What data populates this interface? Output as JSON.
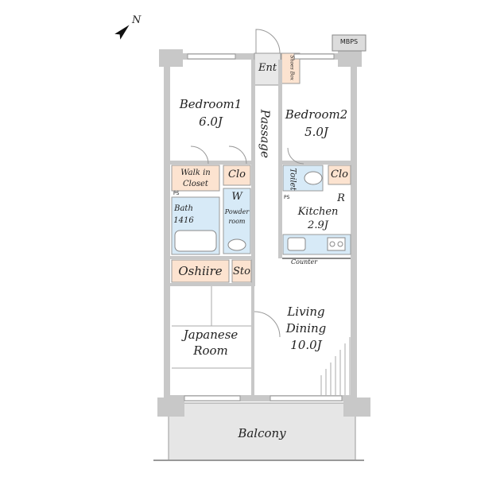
{
  "compass": {
    "label": "N"
  },
  "labels": {
    "mbps": "MBPS",
    "ent": "Ent",
    "shoes_box": "Shoes Box",
    "bedroom1_name": "Bedroom1",
    "bedroom1_size": "6.0J",
    "passage": "Passage",
    "bedroom2_name": "Bedroom2",
    "bedroom2_size": "5.0J",
    "walkin_line1": "Walk in",
    "walkin_line2": "Closet",
    "clo_left": "Clo",
    "clo_right": "Clo",
    "toilet": "Toilet",
    "ps_left": "PS",
    "ps_right": "PS",
    "w": "W",
    "r": "R",
    "bath_name": "Bath",
    "bath_size": "1416",
    "powder_line1": "Powder",
    "powder_line2": "room",
    "kitchen_name": "Kitchen",
    "kitchen_size": "2.9J",
    "counter": "Counter",
    "oshiire": "Oshiire",
    "sto": "Sto",
    "japanese_line1": "Japanese",
    "japanese_line2": "Room",
    "living_line1": "Living",
    "living_line2": "Dining",
    "living_size": "10.0J",
    "balcony": "Balcony"
  },
  "colors": {
    "wall": "#c8c8c8",
    "storage": "#fce3d0",
    "wet_area": "#d7eaf7",
    "floor": "#ffffff",
    "balcony": "#e6e6e6",
    "line": "#555555"
  }
}
